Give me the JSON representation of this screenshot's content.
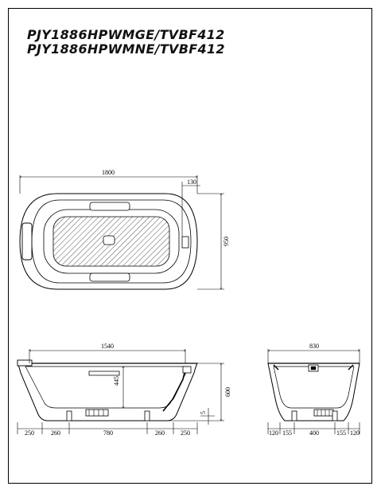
{
  "titles": [
    "PJY1886HPWMGE/TVBF412",
    "PJY1886HPWMNE/TVBF412"
  ],
  "top_view": {
    "length": "1800",
    "edge": "130",
    "width": "950"
  },
  "side_view": {
    "top_length": "1540",
    "inner_depth": "445",
    "height": "600",
    "gap": "5",
    "bottom": [
      "250",
      "260",
      "780",
      "260",
      "250"
    ]
  },
  "end_view": {
    "width": "830",
    "bottom": [
      "120",
      "155",
      "400",
      "155",
      "120"
    ]
  }
}
